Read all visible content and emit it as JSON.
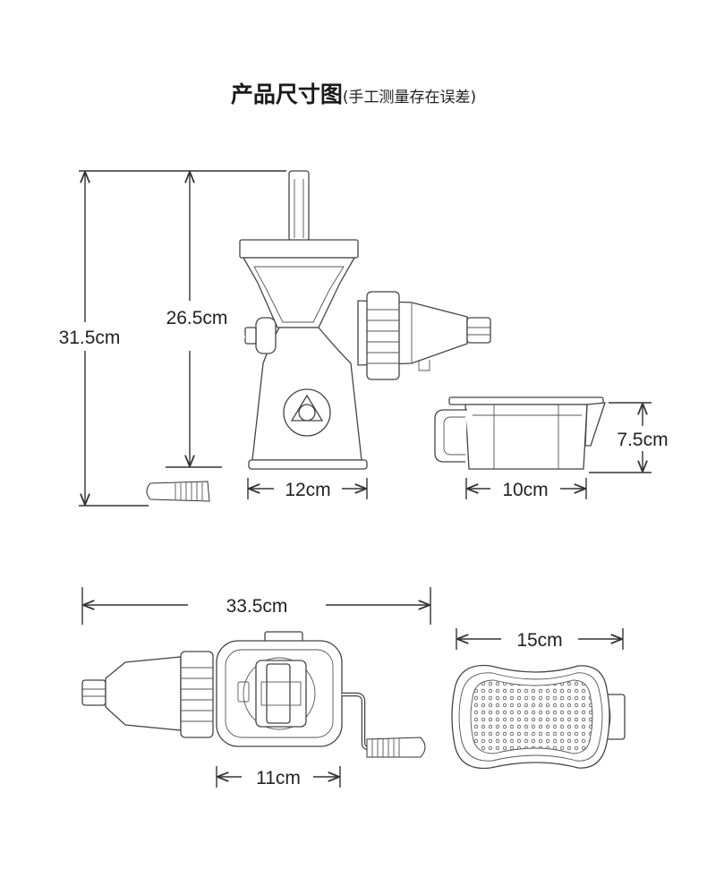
{
  "title": {
    "main": "产品尺寸图",
    "note": "(手工测量存在误差)"
  },
  "dimensions": {
    "total_height": "31.5cm",
    "body_height": "26.5cm",
    "base_width": "12cm",
    "cup_width": "10cm",
    "cup_height": "7.5cm",
    "total_length": "33.5cm",
    "top_width": "11cm",
    "cup_length": "15cm"
  },
  "colors": {
    "line": "#333333",
    "text": "#222222"
  }
}
